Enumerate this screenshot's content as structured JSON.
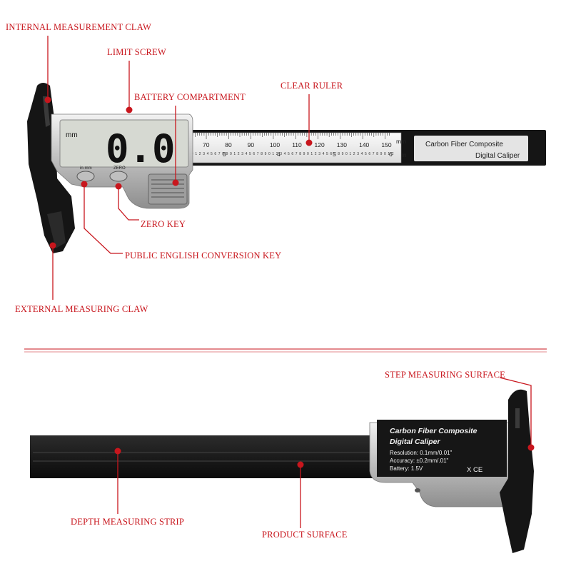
{
  "labels": {
    "internal_claw": "INTERNAL MEASUREMENT CLAW",
    "limit_screw": "LIMIT SCREW",
    "battery": "BATTERY COMPARTMENT",
    "clear_ruler": "CLEAR RULER",
    "zero_key": "ZERO KEY",
    "conversion_key": "PUBLIC ENGLISH CONVERSION KEY",
    "external_claw": "EXTERNAL MEASURING CLAW",
    "step_surface": "STEP MEASURING SURFACE",
    "depth_strip": "DEPTH MEASURING STRIP",
    "product_surface": "PRODUCT SURFACE"
  },
  "caliper_top": {
    "lcd_reading": "0.0",
    "lcd_unit": "mm",
    "key_left_label": "in-mm",
    "key_right_label": "ZERO",
    "ruler_unit_mm": "mm",
    "ruler_unit_in": "in",
    "mm_ticks": [
      "70",
      "80",
      "90",
      "100",
      "110",
      "120",
      "130",
      "140",
      "150"
    ],
    "in_ticks": [
      "3",
      "4",
      "5",
      "6"
    ],
    "brand_line1": "Carbon Fiber Composite",
    "brand_line2": "Digital Caliper"
  },
  "caliper_bottom": {
    "brand_line1": "Carbon Fiber Composite",
    "brand_line2": "Digital Caliper",
    "spec_resolution": "Resolution: 0.1mm/0.01\"",
    "spec_accuracy": "Accuracy: ±0.2mm/.01\"",
    "spec_battery": "Battery: 1.5V",
    "marks": "X CE"
  },
  "colors": {
    "accent": "#c8161d",
    "body": "#151515",
    "silver": "#c9c9c9",
    "lcd": "#d6d9d2"
  }
}
